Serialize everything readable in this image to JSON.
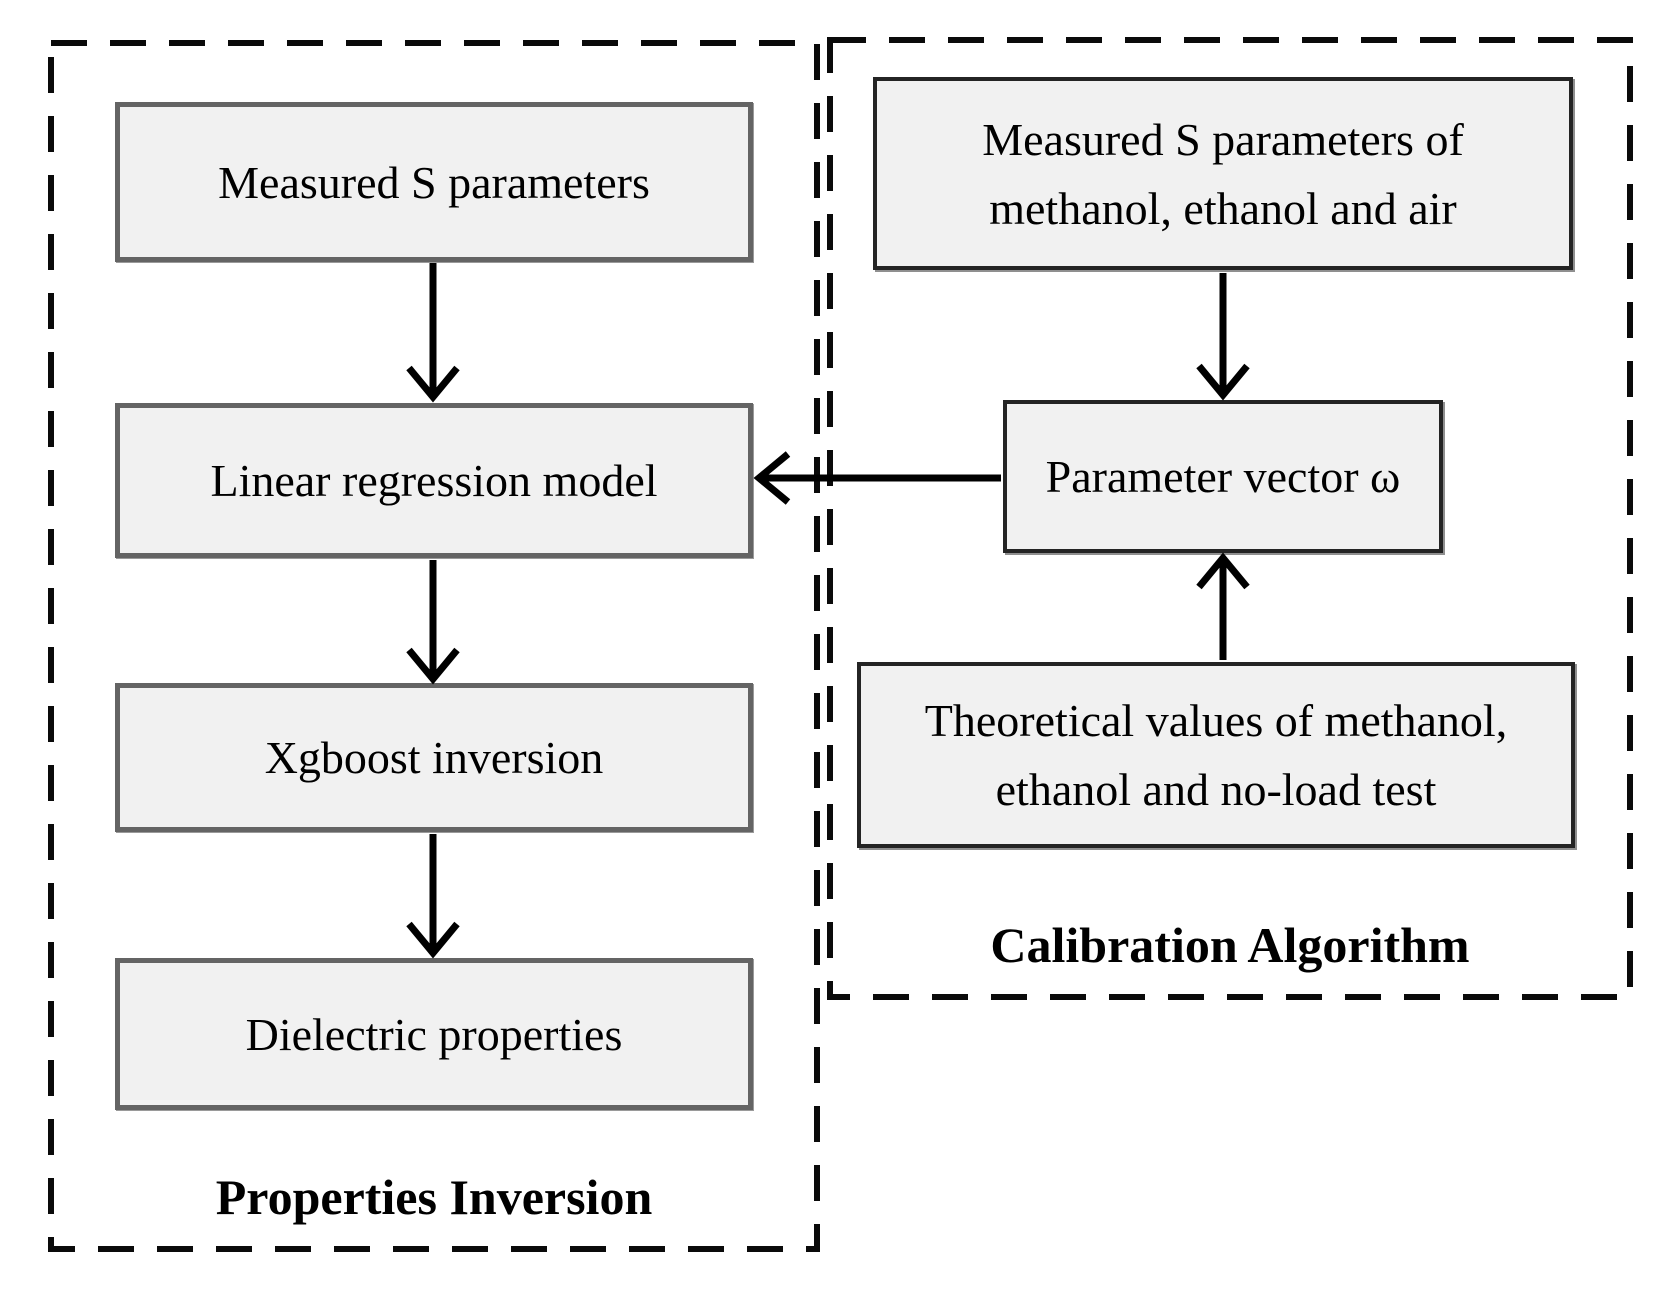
{
  "diagram": {
    "description": "Flowchart with two dashed groups: properties inversion pipeline fed by a calibration algorithm",
    "colors": {
      "background": "#ffffff",
      "box_fill": "#f1f1f1",
      "box_border_left_group": "#646464",
      "box_border_right_group": "#242424",
      "dashed_border": "#0a0a0a",
      "arrow": "#000000",
      "text": "#000000"
    },
    "groups": [
      {
        "id": "properties-inversion",
        "label": "Properties Inversion"
      },
      {
        "id": "calibration-algorithm",
        "label": "Calibration Algorithm"
      }
    ],
    "nodes": [
      {
        "id": "measured-s-parameters",
        "group": "properties-inversion",
        "lines": [
          "Measured S parameters"
        ]
      },
      {
        "id": "linear-regression-model",
        "group": "properties-inversion",
        "lines": [
          "Linear regression model"
        ]
      },
      {
        "id": "xgboost-inversion",
        "group": "properties-inversion",
        "lines": [
          "Xgboost inversion"
        ]
      },
      {
        "id": "dielectric-properties",
        "group": "properties-inversion",
        "lines": [
          "Dielectric properties"
        ]
      },
      {
        "id": "measured-s-parameters-cal",
        "group": "calibration-algorithm",
        "lines": [
          "Measured S parameters of",
          "methanol, ethanol and air"
        ]
      },
      {
        "id": "parameter-vector-omega",
        "group": "calibration-algorithm",
        "lines": [
          "Parameter vector ω"
        ]
      },
      {
        "id": "theoretical-values",
        "group": "calibration-algorithm",
        "lines": [
          "Theoretical values of methanol,",
          "ethanol and no-load test"
        ]
      }
    ],
    "edges": [
      {
        "from": "measured-s-parameters",
        "to": "linear-regression-model",
        "direction": "down"
      },
      {
        "from": "linear-regression-model",
        "to": "xgboost-inversion",
        "direction": "down"
      },
      {
        "from": "xgboost-inversion",
        "to": "dielectric-properties",
        "direction": "down"
      },
      {
        "from": "measured-s-parameters-cal",
        "to": "parameter-vector-omega",
        "direction": "down"
      },
      {
        "from": "theoretical-values",
        "to": "parameter-vector-omega",
        "direction": "up"
      },
      {
        "from": "parameter-vector-omega",
        "to": "linear-regression-model",
        "direction": "left"
      }
    ]
  }
}
